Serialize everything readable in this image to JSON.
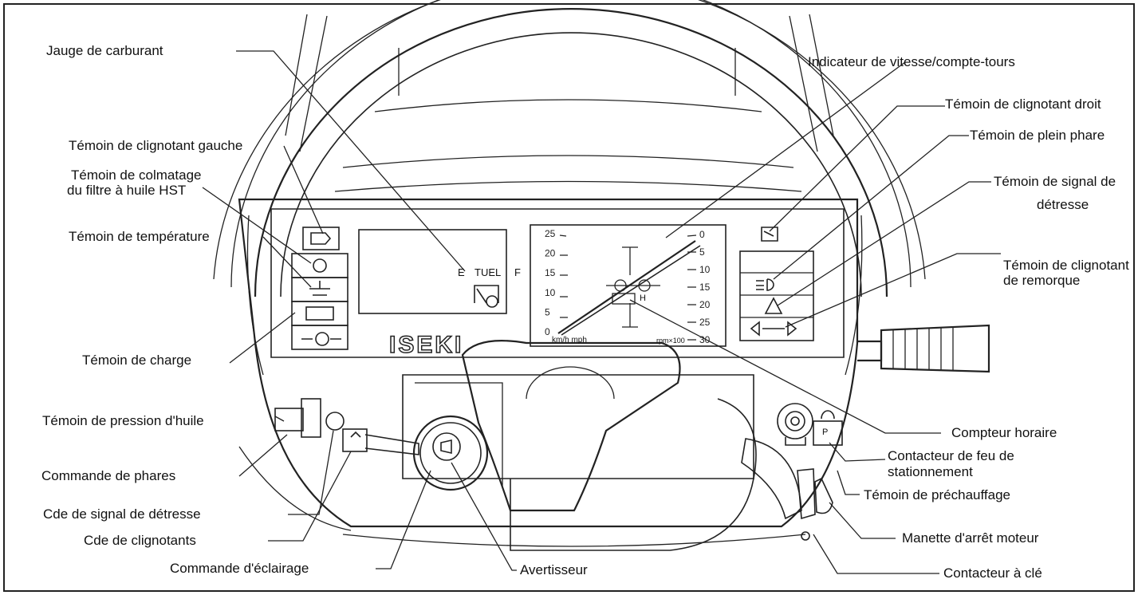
{
  "labels": {
    "jauge_carburant": "Jauge de carburant",
    "indicateur_vitesse": "Indicateur de vitesse/compte-tours",
    "clignotant_droit": "Témoin de clignotant droit",
    "plein_phare": "Témoin de plein phare",
    "signal_detresse_1": "Témoin de signal de",
    "signal_detresse_2": "détresse",
    "clignotant_remorque_1": "Témoin de clignotant",
    "clignotant_remorque_2": "de remorque",
    "clignotant_gauche": "Témoin de clignotant gauche",
    "colmatage_1": "Témoin de colmatage",
    "colmatage_2": "du filtre à huile HST",
    "temperature": "Témoin de température",
    "charge": "Témoin de charge",
    "pression_huile": "Témoin de pression d'huile",
    "commande_phares": "Commande de phares",
    "cde_detresse": "Cde de signal de détresse",
    "cde_clignotants": "Cde de clignotants",
    "commande_eclairage": "Commande d'éclairage",
    "avertisseur": "Avertisseur",
    "compteur_horaire": "Compteur horaire",
    "feu_stationnement_1": "Contacteur de feu de",
    "feu_stationnement_2": "stationnement",
    "prechauffage": "Témoin de préchauffage",
    "arret_moteur": "Manette d'arrêt moteur",
    "contacteur_cle": "Contacteur à clé"
  },
  "dashboard": {
    "brand": "ISEKI",
    "fuel_e": "E",
    "fuel_text": "TUEL",
    "fuel_f": "F",
    "kmh_mph": "km/h mph",
    "rpm": "rpm×100",
    "hour_h": "H",
    "parking_p": "P",
    "left_scale": [
      "25",
      "20",
      "15",
      "10",
      "5",
      "0"
    ],
    "right_scale": [
      "0",
      "5",
      "10",
      "15",
      "20",
      "25",
      "30"
    ]
  }
}
